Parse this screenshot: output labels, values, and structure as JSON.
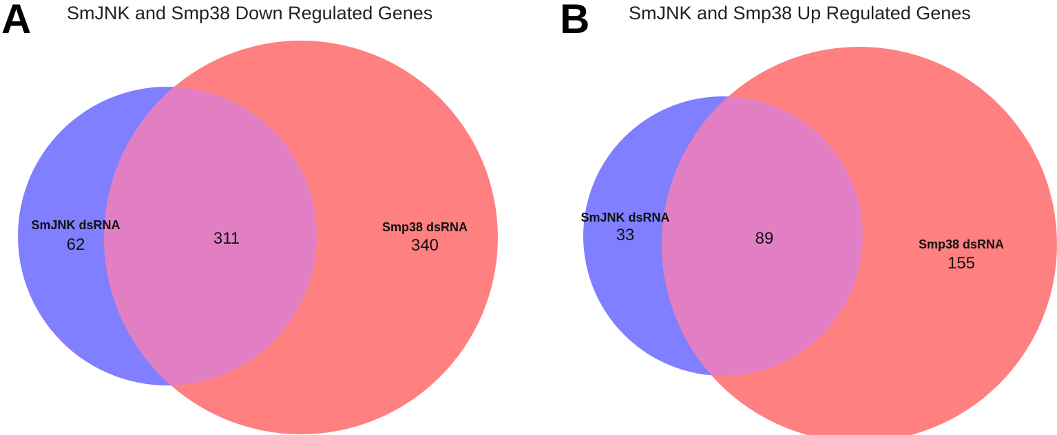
{
  "colors": {
    "set_a": "#7f7fff",
    "set_b": "#ff8080",
    "overlap": "#e27fc4",
    "background": "#ffffff"
  },
  "panels": [
    {
      "letter": "A",
      "title": "SmJNK and Smp38 Down Regulated Genes",
      "set_a": {
        "label": "SmJNK dsRNA",
        "count": "62"
      },
      "set_b": {
        "label": "Smp38 dsRNA",
        "count": "340"
      },
      "overlap": {
        "count": "311"
      }
    },
    {
      "letter": "B",
      "title": "SmJNK and Smp38 Up Regulated Genes",
      "set_a": {
        "label": "SmJNK dsRNA",
        "count": "33"
      },
      "set_b": {
        "label": "Smp38 dsRNA",
        "count": "155"
      },
      "overlap": {
        "count": "89"
      }
    }
  ]
}
